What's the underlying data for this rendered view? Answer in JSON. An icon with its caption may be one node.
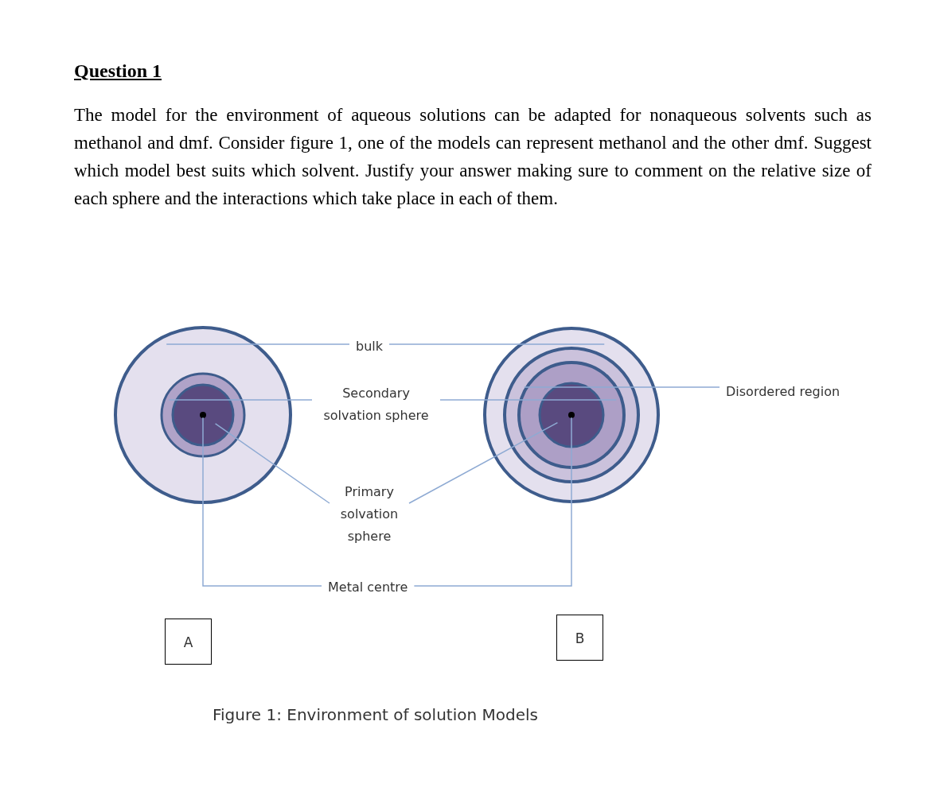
{
  "diagram": {
    "title": "Question 1",
    "caption": "Figure 1: Environment of solution Models",
    "nodes": [
      {
        "text": [],
        "shape": "circle"
      },
      {
        "text": [],
        "shape": "circle",
        "in": 0
      },
      {
        "text": [],
        "shape": "circle",
        "in": 1
      },
      {
        "text": [],
        "shape": "circle",
        "in": 2
      },
      {
        "text": [],
        "shape": "circle"
      },
      {
        "text": [],
        "shape": "circle",
        "in": 4
      },
      {
        "text": [],
        "shape": "circle",
        "in": 5
      },
      {
        "text": [],
        "shape": "circle",
        "in": 6
      },
      {
        "text": [],
        "shape": "circle",
        "in": 7
      },
      {
        "text": [
          "bulk"
        ]
      },
      {
        "text": [
          "Secondary solvation sphere"
        ]
      },
      {
        "text": [
          "Primary solvation sphere"
        ]
      },
      {
        "text": [
          "Metal centre"
        ]
      },
      {
        "text": [
          "Disordered region"
        ]
      },
      {
        "text": [
          "A"
        ]
      },
      {
        "text": [
          "B"
        ]
      }
    ],
    "edges": [
      {
        "from": 9,
        "to": 0,
        "arrow": "none"
      },
      {
        "from": 9,
        "to": 4,
        "arrow": "none"
      },
      {
        "from": 10,
        "to": 1,
        "arrow": "none"
      },
      {
        "from": 10,
        "to": 6,
        "arrow": "none"
      },
      {
        "from": 11,
        "to": 2,
        "arrow": "none"
      },
      {
        "from": 11,
        "to": 7,
        "arrow": "none"
      },
      {
        "from": 12,
        "to": 3,
        "arrow": "none"
      },
      {
        "from": 12,
        "to": 8,
        "arrow": "none"
      },
      {
        "from": 13,
        "to": 5,
        "arrow": "none"
      }
    ],
    "labels": [
      "The model for the environment of aqueous solutions can be adapted for nonaqueous solvents such as methanol and dmf. Consider figure 1, one of the models can represent methanol and the other dmf. Suggest which model best suits which solvent. Justify your answer making sure to comment on the relative size of each sphere and the interactions which take place in each of them."
    ]
  }
}
